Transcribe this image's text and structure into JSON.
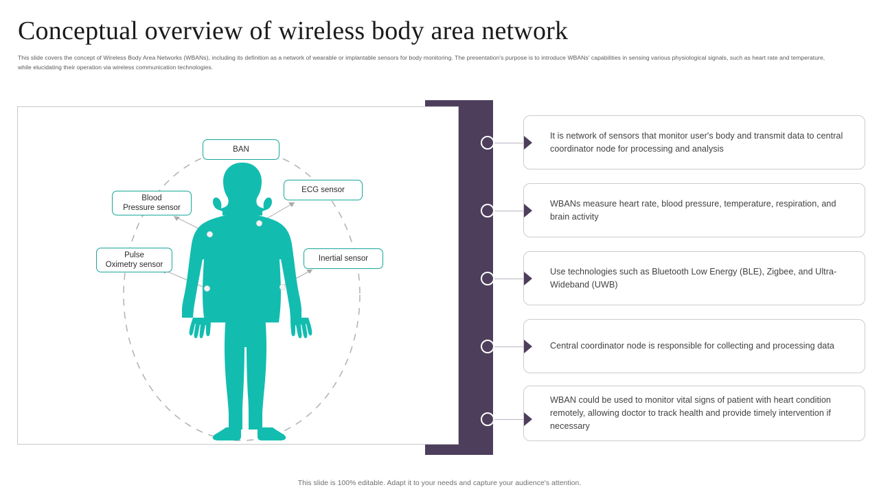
{
  "header": {
    "title": "Conceptual overview of wireless body area network",
    "subtitle": "This slide covers the concept of Wireless Body Area Networks (WBANs), including its definition as a network of wearable or implantable sensors for body monitoring. The presentation's purpose is to introduce WBANs' capabilities in sensing various physiological signals, such as heart rate and temperature, while elucidating their operation via wireless communication technologies."
  },
  "diagram": {
    "nodes": [
      {
        "id": "ban",
        "label": "BAN"
      },
      {
        "id": "blood-pressure",
        "label": "Blood\nPressure sensor",
        "line1": "Blood",
        "line2": "Pressure sensor"
      },
      {
        "id": "ecg",
        "label": "ECG sensor"
      },
      {
        "id": "pulse-oximetry",
        "label": "Pulse\nOximetry sensor",
        "line1": "Pulse",
        "line2": "Oximetry sensor"
      },
      {
        "id": "inertial",
        "label": "Inertial sensor"
      }
    ],
    "body_figure": "human-silhouette",
    "boundary": "dashed-ellipse"
  },
  "content_rows": [
    {
      "index": 1,
      "text": "It is network of sensors that monitor user's body and transmit data to central coordinator node for processing and analysis"
    },
    {
      "index": 2,
      "text": "WBANs measure heart rate, blood pressure, temperature, respiration, and brain activity"
    },
    {
      "index": 3,
      "text": "Use technologies such as Bluetooth Low Energy (BLE), Zigbee, and Ultra-Wideband (UWB)"
    },
    {
      "index": 4,
      "text": "Central coordinator node is responsible for collecting and processing data"
    },
    {
      "index": 5,
      "text": "WBAN could be used to monitor vital signs of patient with heart condition remotely, allowing doctor to track health and provide timely intervention if necessary"
    }
  ],
  "footer": {
    "note": "This slide is 100% editable. Adapt it to your needs and capture your audience's attention."
  },
  "colors": {
    "accent_purple": "#4d3f5c",
    "teal": "#12bdb0",
    "node_border_teal": "#16a69a",
    "box_border_gray": "#cfcacf",
    "text_dark": "#1b1b1b",
    "text_body": "#404040"
  }
}
